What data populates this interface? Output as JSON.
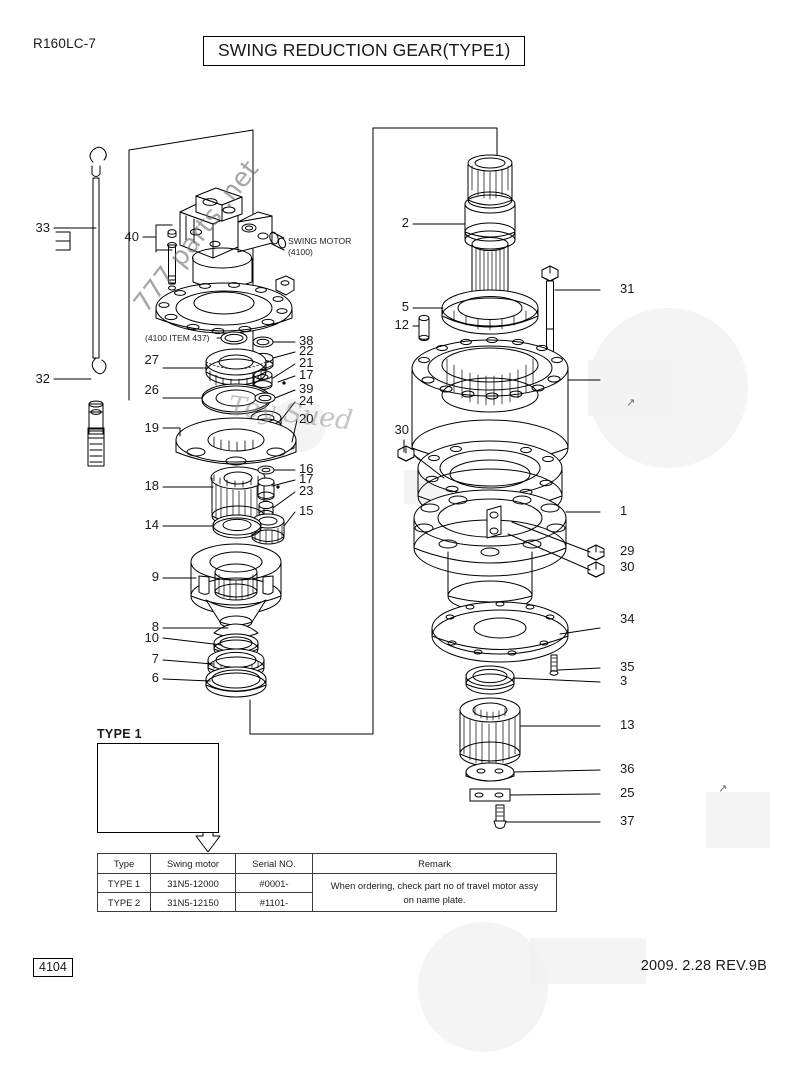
{
  "header": {
    "model_code": "R160LC-7",
    "title": "SWING REDUCTION GEAR(TYPE1)"
  },
  "footer": {
    "page_number": "4104",
    "revision": "2009. 2.28  REV.9B"
  },
  "annotations": {
    "swing_motor": "SWING MOTOR",
    "swing_motor_ref": "(4100)",
    "item_437_ref": "(4100 ITEM 437)",
    "type1_label": "TYPE 1"
  },
  "callouts": {
    "left_column": [
      {
        "id": "33",
        "label": "33"
      },
      {
        "id": "32",
        "label": "32"
      },
      {
        "id": "40",
        "label": "40"
      },
      {
        "id": "27",
        "label": "27"
      },
      {
        "id": "26",
        "label": "26"
      },
      {
        "id": "19",
        "label": "19"
      },
      {
        "id": "18",
        "label": "18"
      },
      {
        "id": "14",
        "label": "14"
      },
      {
        "id": "9",
        "label": "9"
      },
      {
        "id": "8",
        "label": "8"
      },
      {
        "id": "10",
        "label": "10"
      },
      {
        "id": "7",
        "label": "7"
      },
      {
        "id": "6",
        "label": "6"
      }
    ],
    "center_right_column": [
      {
        "id": "38",
        "label": "38"
      },
      {
        "id": "22",
        "label": "22"
      },
      {
        "id": "21",
        "label": "21"
      },
      {
        "id": "17a",
        "label": "17"
      },
      {
        "id": "39",
        "label": "39"
      },
      {
        "id": "24",
        "label": "24"
      },
      {
        "id": "20",
        "label": "20"
      },
      {
        "id": "16",
        "label": "16"
      },
      {
        "id": "17b",
        "label": "17"
      },
      {
        "id": "23",
        "label": "23"
      },
      {
        "id": "15",
        "label": "15"
      }
    ],
    "assembly_left_column": [
      {
        "id": "2",
        "label": "2"
      },
      {
        "id": "5",
        "label": "5"
      },
      {
        "id": "12",
        "label": "12"
      },
      {
        "id": "30a",
        "label": "30"
      }
    ],
    "assembly_right_column": [
      {
        "id": "31",
        "label": "31"
      },
      {
        "id": "1",
        "label": "1"
      },
      {
        "id": "29",
        "label": "29"
      },
      {
        "id": "30b",
        "label": "30"
      },
      {
        "id": "34",
        "label": "34"
      },
      {
        "id": "35",
        "label": "35"
      },
      {
        "id": "3",
        "label": "3"
      },
      {
        "id": "13",
        "label": "13"
      },
      {
        "id": "36",
        "label": "36"
      },
      {
        "id": "25",
        "label": "25"
      },
      {
        "id": "37",
        "label": "37"
      }
    ]
  },
  "spec_table": {
    "headers": [
      "Type",
      "Swing motor",
      "Serial NO.",
      "Remark"
    ],
    "rows": [
      {
        "type": "TYPE 1",
        "motor": "31N5-12000",
        "serial": "#0001-"
      },
      {
        "type": "TYPE 2",
        "motor": "31N5-12150",
        "serial": "#1101-"
      }
    ],
    "remark_line1": "When ordering, check part no of travel motor assy",
    "remark_line2": "on name plate."
  },
  "watermark": {
    "url_text": "777 parts .net",
    "secondary_text": "Tey Sued"
  },
  "colors": {
    "ink": "#1a1a1a",
    "line": "#000000",
    "table_border": "#3c3c3c",
    "watermark": "#6f6f6f"
  }
}
